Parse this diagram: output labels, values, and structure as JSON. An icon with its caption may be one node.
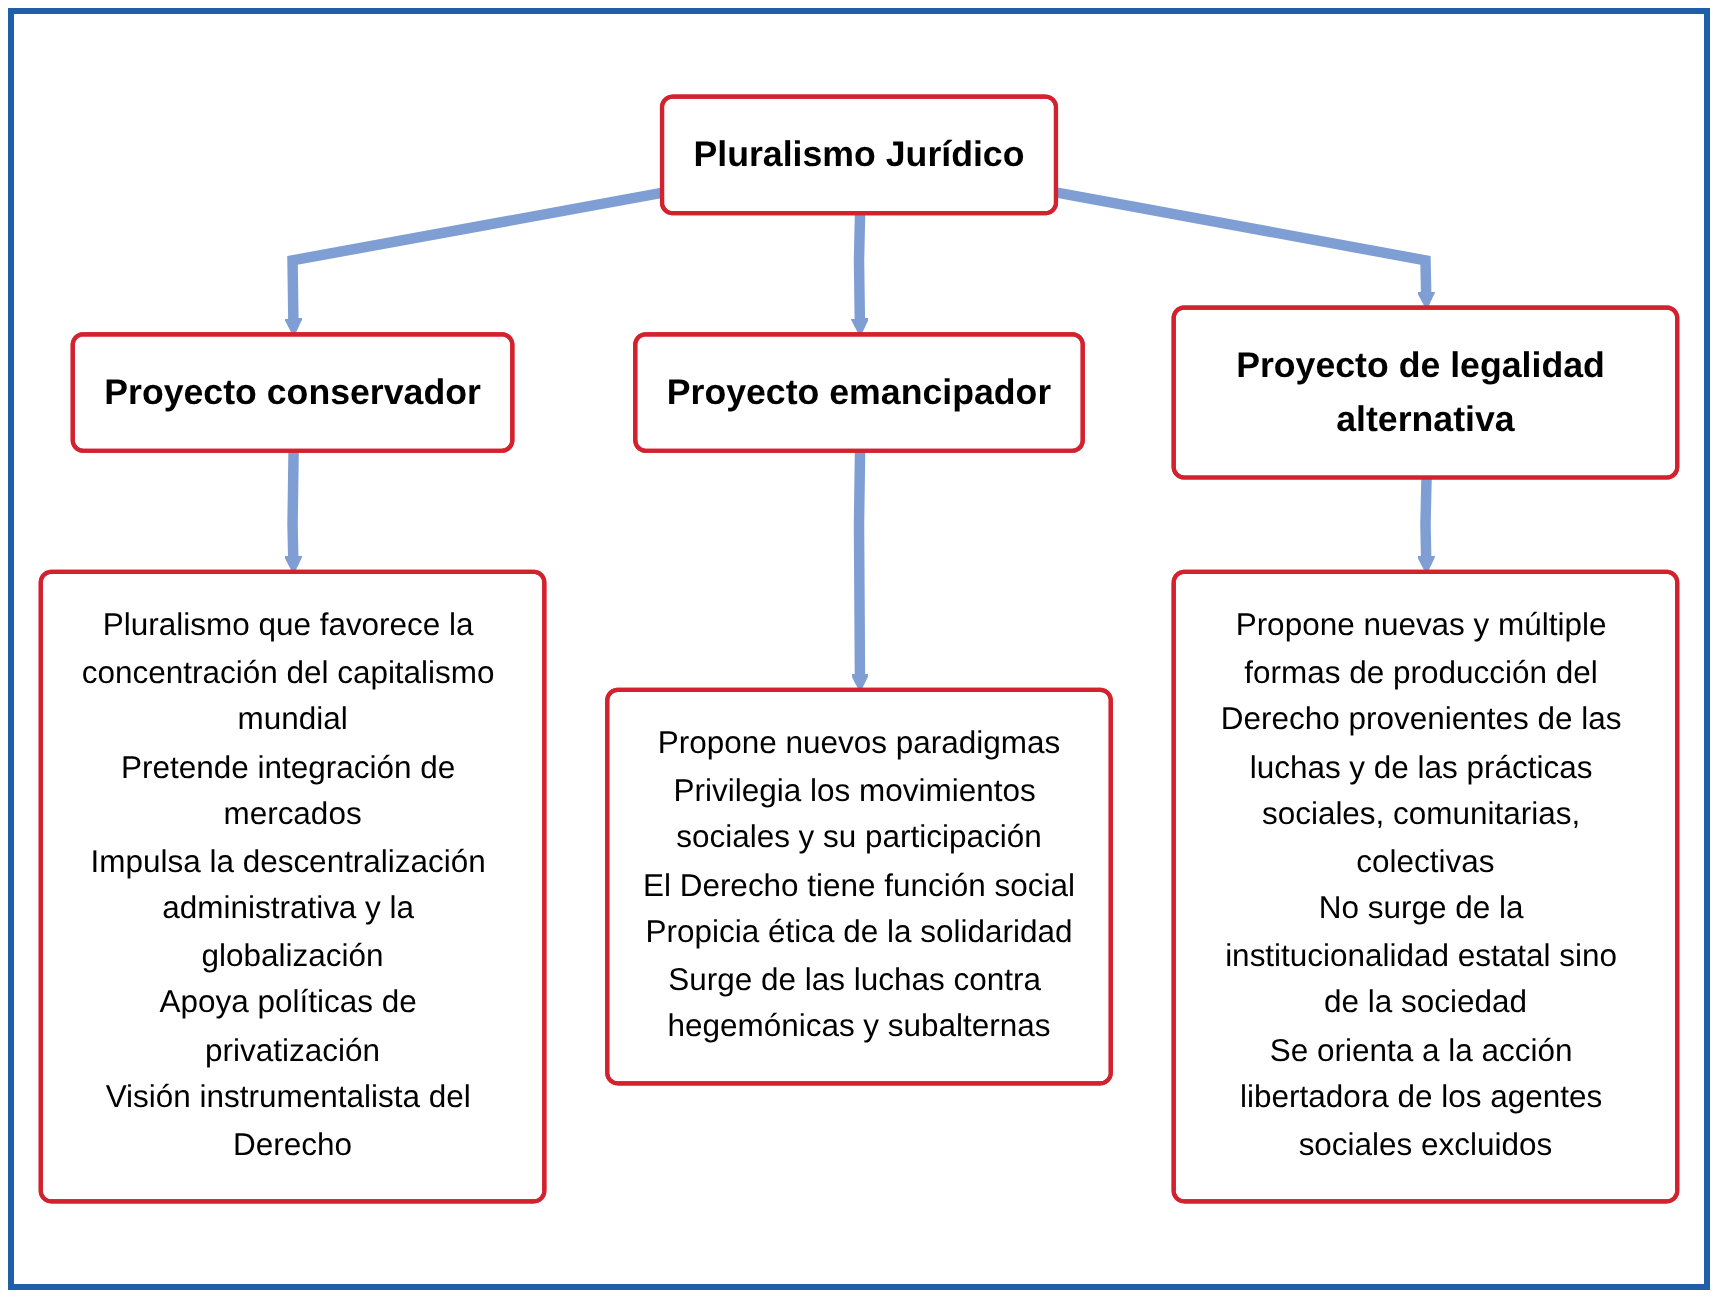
{
  "diagram": {
    "nodes": [
      {
        "text": [
          "Pluralismo Jurídico"
        ]
      },
      {
        "text": [
          "Proyecto conservador"
        ]
      },
      {
        "text": [
          "Proyecto emancipador"
        ]
      },
      {
        "text": [
          "Proyecto de legalidad alternativa"
        ]
      },
      {
        "text": [
          "Pluralismo que favorece la concentración del capitalismo mundial",
          "Pretende integración de mercados",
          "Impulsa la descentralización administrativa y la globalización",
          "Apoya políticas de privatización",
          "Visión instrumentalista del Derecho"
        ]
      },
      {
        "text": [
          "Propone nuevos paradigmas",
          "Privilegia los movimientos sociales y su participación",
          "El Derecho tiene función social",
          "Propicia ética de la solidaridad",
          "Surge de las luchas contra hegemónicas y subalternas"
        ]
      },
      {
        "text": [
          "Propone nuevas y múltiple formas de producción del Derecho provenientes de las luchas y de las prácticas sociales, comunitarias, colectivas",
          "No surge de la institucionalidad estatal sino de la sociedad",
          "Se orienta a la acción libertadora de los agentes sociales excluidos"
        ]
      }
    ],
    "edges": [
      {
        "from": 0,
        "to": 1,
        "arrow": "to"
      },
      {
        "from": 0,
        "to": 2,
        "arrow": "to"
      },
      {
        "from": 0,
        "to": 3,
        "arrow": "to"
      },
      {
        "from": 1,
        "to": 4,
        "arrow": "to"
      },
      {
        "from": 2,
        "to": 5,
        "arrow": "to"
      },
      {
        "from": 3,
        "to": 6,
        "arrow": "to"
      }
    ]
  }
}
